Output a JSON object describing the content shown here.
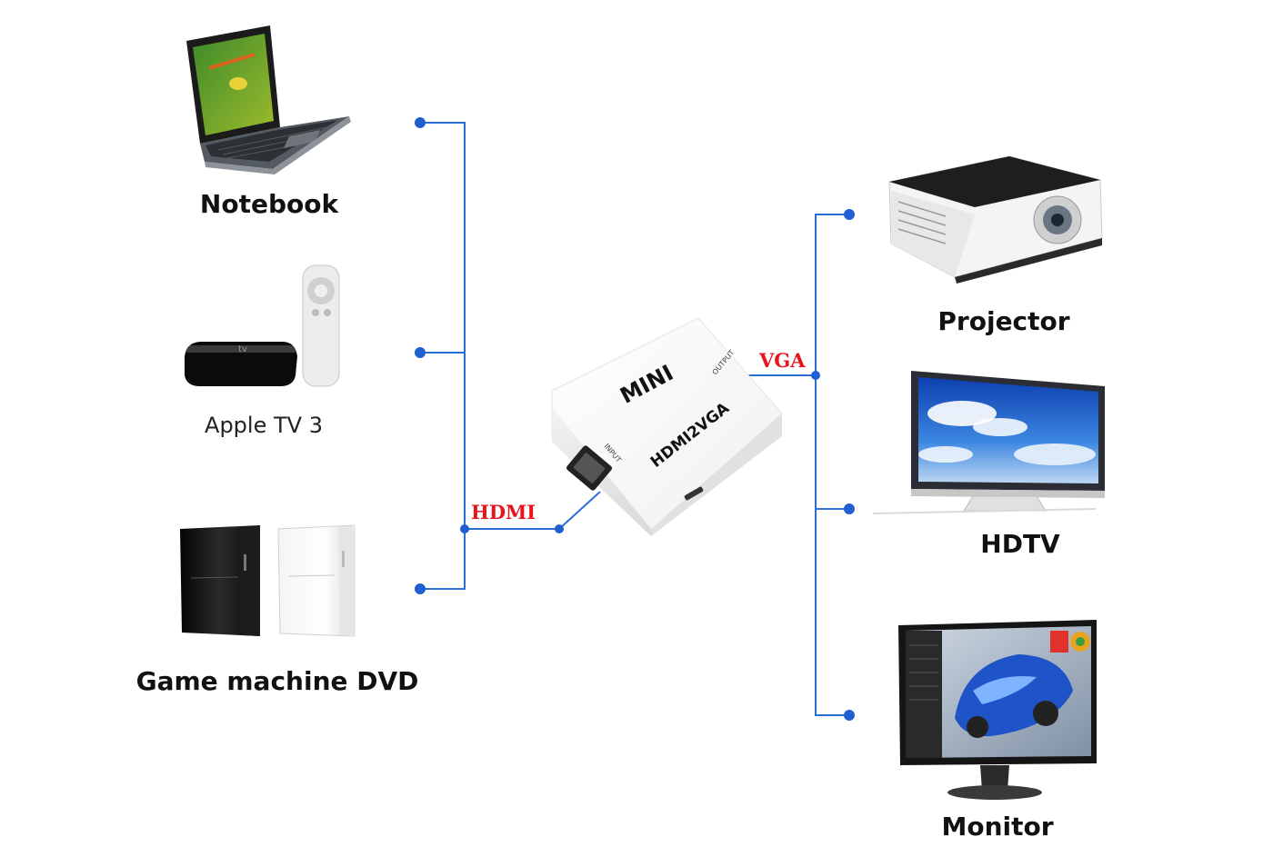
{
  "sources": [
    {
      "id": "notebook",
      "label": "Notebook"
    },
    {
      "id": "apple-tv",
      "label": "Apple TV 3"
    },
    {
      "id": "game-machine",
      "label": "Game machine DVD"
    }
  ],
  "outputs": [
    {
      "id": "projector",
      "label": "Projector"
    },
    {
      "id": "hdtv",
      "label": "HDTV"
    },
    {
      "id": "monitor",
      "label": "Monitor"
    }
  ],
  "connections": {
    "input_label": "HDMI",
    "output_label": "VGA"
  },
  "converter": {
    "brand": "MINI",
    "model": "HDMI2VGA",
    "input_port": "INPUT",
    "output_port": "OUTPUT"
  },
  "appletv_device_text": "tv",
  "colors": {
    "line": "#2a6fd6",
    "dot": "#1f5fd0",
    "connection_label": "#e8141c"
  }
}
